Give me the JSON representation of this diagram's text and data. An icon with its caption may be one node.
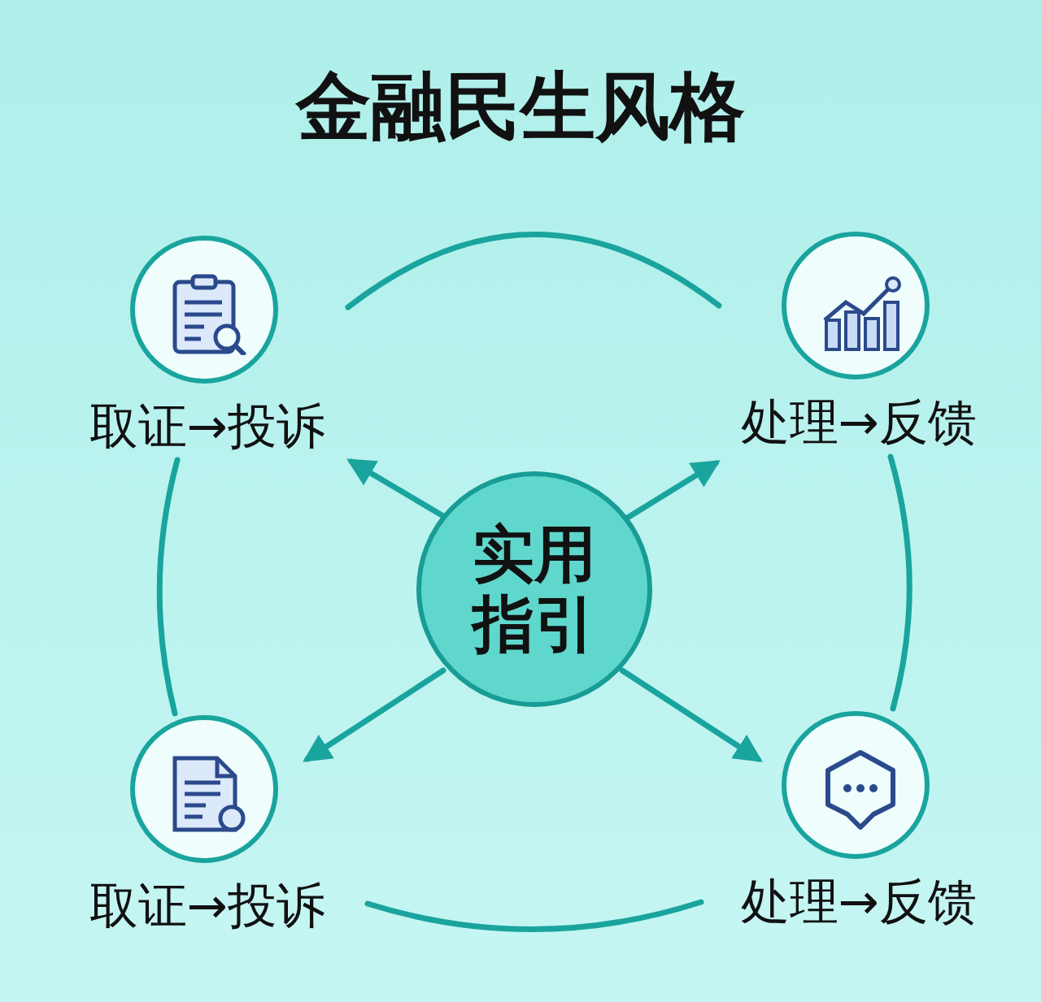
{
  "diagram": {
    "title": "金融民生风格",
    "nodes": [
      {
        "text": [
          "实用指引"
        ]
      },
      {
        "text": [
          "取证→投诉"
        ]
      },
      {
        "text": [
          "处理→反馈"
        ]
      },
      {
        "text": [
          "取证→投诉"
        ]
      },
      {
        "text": [
          "处理→反馈"
        ]
      }
    ],
    "edges": [
      {
        "from": 0,
        "to": 1,
        "arrow": "to"
      },
      {
        "from": 0,
        "to": 2,
        "arrow": "to"
      },
      {
        "from": 0,
        "to": 3,
        "arrow": "to"
      },
      {
        "from": 0,
        "to": 4,
        "arrow": "to"
      },
      {
        "from": 1,
        "to": 2,
        "arrow": "none"
      },
      {
        "from": 1,
        "to": 3,
        "arrow": "none"
      },
      {
        "from": 2,
        "to": 4,
        "arrow": "none"
      },
      {
        "from": 3,
        "to": 4,
        "arrow": "none"
      }
    ]
  }
}
